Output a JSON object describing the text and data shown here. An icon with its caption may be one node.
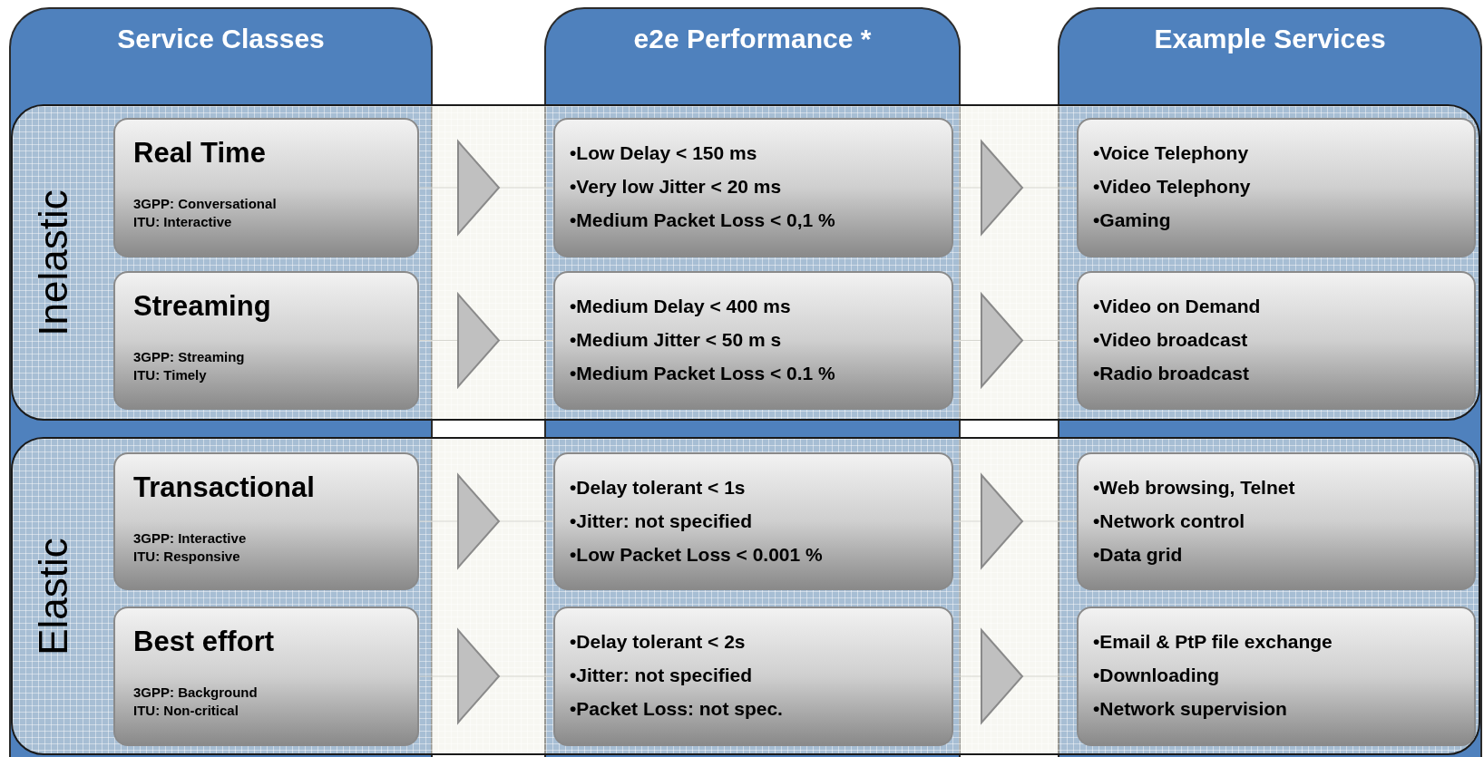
{
  "diagram": {
    "nodes": [
      {
        "text": [
          "Service Classes"
        ]
      },
      {
        "text": [
          "e2e Performance *"
        ]
      },
      {
        "text": [
          "Example Services"
        ]
      },
      {
        "text": [
          "Inelastic"
        ]
      },
      {
        "text": [
          "Elastic"
        ]
      },
      {
        "text": [
          "Real Time",
          "3GPP: Conversational",
          "ITU: Interactive"
        ],
        "in": 3
      },
      {
        "text": [
          "•Low Delay < 150 ms",
          "•Very low Jitter < 20 ms",
          "•Medium Packet Loss < 0,1 %"
        ],
        "in": 3
      },
      {
        "text": [
          "•Voice Telephony",
          "•Video Telephony",
          "•Gaming"
        ],
        "in": 3
      },
      {
        "text": [
          "Streaming",
          "3GPP: Streaming",
          "ITU: Timely"
        ],
        "in": 3
      },
      {
        "text": [
          "•Medium Delay < 400 ms",
          "•Medium Jitter < 50 m s",
          "•Medium Packet Loss < 0.1 %"
        ],
        "in": 3
      },
      {
        "text": [
          "•Video on Demand",
          "•Video broadcast",
          "•Radio broadcast"
        ],
        "in": 3
      },
      {
        "text": [
          "Transactional",
          "3GPP: Interactive",
          "ITU: Responsive"
        ],
        "in": 4
      },
      {
        "text": [
          "•Delay tolerant < 1s",
          "•Jitter: not specified",
          "•Low Packet Loss < 0.001 %"
        ],
        "in": 4
      },
      {
        "text": [
          "•Web browsing, Telnet",
          "•Network control",
          "•Data grid"
        ],
        "in": 4
      },
      {
        "text": [
          "Best effort",
          "3GPP: Background",
          "ITU: Non-critical"
        ],
        "in": 4
      },
      {
        "text": [
          "•Delay tolerant < 2s",
          "•Jitter: not specified",
          "•Packet Loss: not spec."
        ],
        "in": 4
      },
      {
        "text": [
          "•Email & PtP file exchange",
          "•Downloading",
          "•Network supervision"
        ],
        "in": 4
      }
    ],
    "edges": [
      {
        "from": 5,
        "to": 6,
        "arrow": "to"
      },
      {
        "from": 6,
        "to": 7,
        "arrow": "to"
      },
      {
        "from": 8,
        "to": 9,
        "arrow": "to"
      },
      {
        "from": 9,
        "to": 10,
        "arrow": "to"
      },
      {
        "from": 11,
        "to": 12,
        "arrow": "to"
      },
      {
        "from": 12,
        "to": 13,
        "arrow": "to"
      },
      {
        "from": 14,
        "to": 15,
        "arrow": "to"
      },
      {
        "from": 15,
        "to": 16,
        "arrow": "to"
      }
    ]
  }
}
